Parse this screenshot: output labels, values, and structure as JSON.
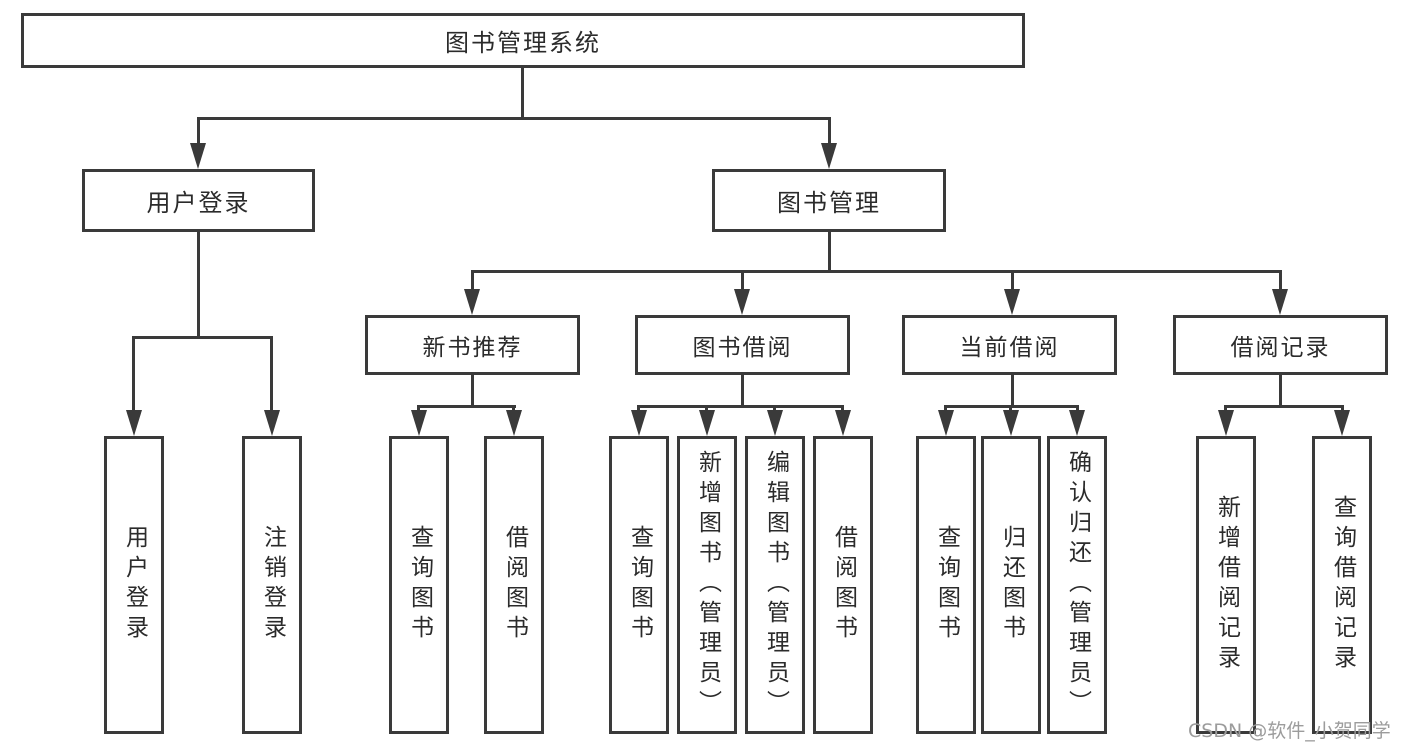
{
  "diagram": {
    "title": {
      "label": "图书管理系统"
    },
    "level2": [
      {
        "label": "用户登录"
      },
      {
        "label": "图书管理"
      }
    ],
    "level3": [
      {
        "label": "新书推荐"
      },
      {
        "label": "图书借阅"
      },
      {
        "label": "当前借阅"
      },
      {
        "label": "借阅记录"
      }
    ],
    "leaves": [
      {
        "label": "用户登录"
      },
      {
        "label": "注销登录"
      },
      {
        "label": "查询图书"
      },
      {
        "label": "借阅图书"
      },
      {
        "label": "查询图书"
      },
      {
        "label": "新增图书（管理员）"
      },
      {
        "label": "编辑图书（管理员）"
      },
      {
        "label": "借阅图书"
      },
      {
        "label": "查询图书"
      },
      {
        "label": "归还图书"
      },
      {
        "label": "确认归还（管理员）"
      },
      {
        "label": "新增借阅记录"
      },
      {
        "label": "查询借阅记录"
      }
    ],
    "watermark": "CSDN @软件_小贺同学",
    "colors": {
      "line": "#3a3a3a",
      "text": "#2b2b2b",
      "watermark": "#9c9c9c",
      "background": "#ffffff"
    }
  }
}
